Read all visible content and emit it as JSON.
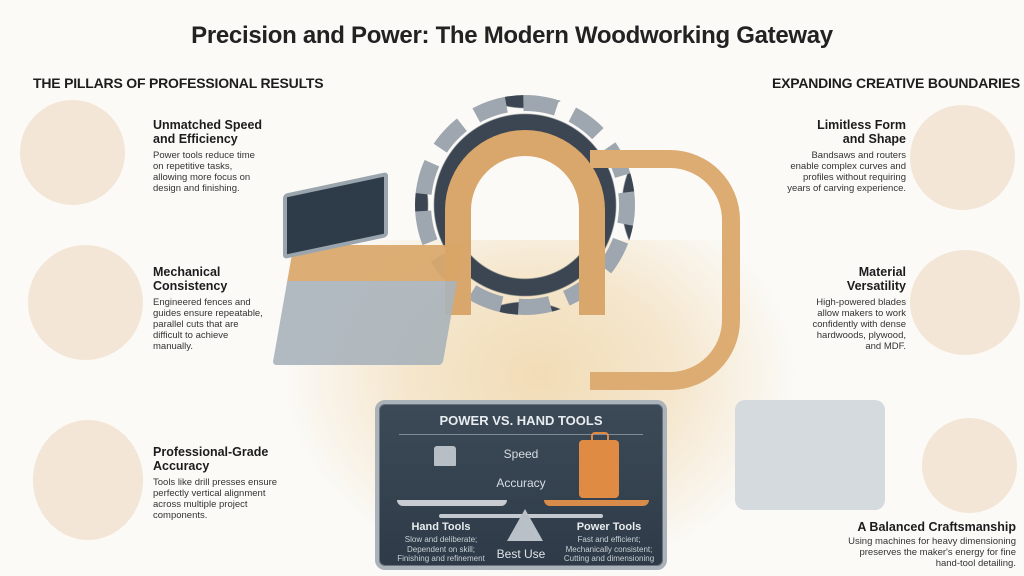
{
  "title": "Precision and Power: The Modern Woodworking Gateway",
  "left_section": {
    "heading": "THE PILLARS OF PROFESSIONAL RESULTS",
    "items": [
      {
        "title_line1": "Unmatched Speed",
        "title_line2": "and Efficiency",
        "desc": [
          "Power tools reduce time",
          "on repetitive tasks,",
          "allowing more focus on",
          "design and finishing."
        ],
        "icon": "circular-saw-icon"
      },
      {
        "title_line1": "Mechanical",
        "title_line2": "Consistency",
        "desc": [
          "Engineered fences and",
          "guides ensure repeatable,",
          "parallel cuts that are",
          "difficult to achieve",
          "manually."
        ],
        "icon": "table-saw-fence-icon"
      },
      {
        "title_line1": "Professional-Grade",
        "title_line2": "Accuracy",
        "desc": [
          "Tools like drill presses ensure",
          "perfectly vertical alignment",
          "across multiple project",
          "components."
        ],
        "icon": "drill-press-icon"
      }
    ]
  },
  "right_section": {
    "heading": "EXPANDING CREATIVE BOUNDARIES",
    "items": [
      {
        "title_line1": "Limitless Form",
        "title_line2": "and Shape",
        "desc": [
          "Bandsaws and routers",
          "enable complex curves and",
          "profiles without requiring",
          "years of carving experience."
        ],
        "icon": "bandsaw-icon"
      },
      {
        "title_line1": "Material",
        "title_line2": "Versatility",
        "desc": [
          "High-powered blades",
          "allow makers to work",
          "confidently with dense",
          "hardwoods, plywood,",
          "and MDF."
        ],
        "icon": "stacked-boards-icon"
      },
      {
        "title_line1": "A Balanced Craftsmanship",
        "title_line2": "",
        "desc": [
          "Using machines for heavy dimensioning",
          "preserves the maker's energy for fine",
          "hand-tool detailing."
        ],
        "icon": "chisel-hand-icon"
      }
    ]
  },
  "comparison_panel": {
    "title": "POWER VS. HAND TOOLS",
    "metrics": [
      "Speed",
      "Accuracy",
      "Best Use"
    ],
    "hand_tools": {
      "title": "Hand Tools",
      "desc": [
        "Slow and deliberate;",
        "Dependent on skill;",
        "Finishing and refinement"
      ]
    },
    "power_tools": {
      "title": "Power Tools",
      "desc": [
        "Fast and efficient;",
        "Mechanically consistent;",
        "Cutting and dimensioning"
      ]
    }
  },
  "colors": {
    "background": "#fbfaf7",
    "wood": "#d9a76b",
    "panel": "#34414e",
    "steel": "#9ea7af",
    "accent_orange": "#e08b44"
  }
}
